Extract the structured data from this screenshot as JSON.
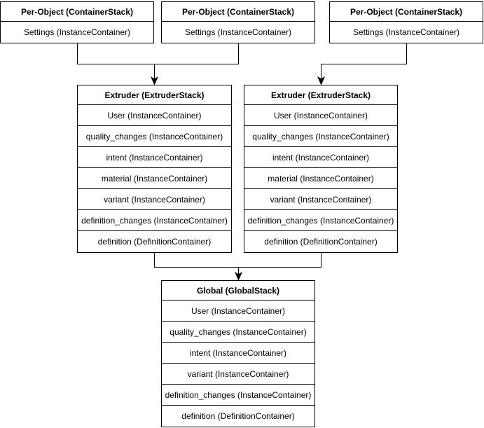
{
  "stacks": {
    "per_object_1": {
      "title": "Per-Object (ContainerStack)",
      "rows": [
        "Settings (InstanceContainer)"
      ]
    },
    "per_object_2": {
      "title": "Per-Object (ContainerStack)",
      "rows": [
        "Settings (InstanceContainer)"
      ]
    },
    "per_object_3": {
      "title": "Per-Object (ContainerStack)",
      "rows": [
        "Settings (InstanceContainer)"
      ]
    },
    "extruder_1": {
      "title": "Extruder (ExtruderStack)",
      "rows": [
        "User (InstanceContainer)",
        "quality_changes (InstanceContainer)",
        "intent (InstanceContainer)",
        "material (InstanceContainer)",
        "variant (InstanceContainer)",
        "definition_changes (InstanceContainer)",
        "definition (DefinitionContainer)"
      ]
    },
    "extruder_2": {
      "title": "Extruder (ExtruderStack)",
      "rows": [
        "User (InstanceContainer)",
        "quality_changes (InstanceContainer)",
        "intent (InstanceContainer)",
        "material (InstanceContainer)",
        "variant (InstanceContainer)",
        "definition_changes (InstanceContainer)",
        "definition (DefinitionContainer)"
      ]
    },
    "global": {
      "title": "Global (GlobalStack)",
      "rows": [
        "User (InstanceContainer)",
        "quality_changes (InstanceContainer)",
        "intent (InstanceContainer)",
        "variant (InstanceContainer)",
        "definition_changes (InstanceContainer)",
        "definition (DefinitionContainer)"
      ]
    }
  },
  "colors": {
    "background": "#ffffff",
    "box_fill": "#ffffff",
    "line": "#000000",
    "text": "#000000"
  }
}
